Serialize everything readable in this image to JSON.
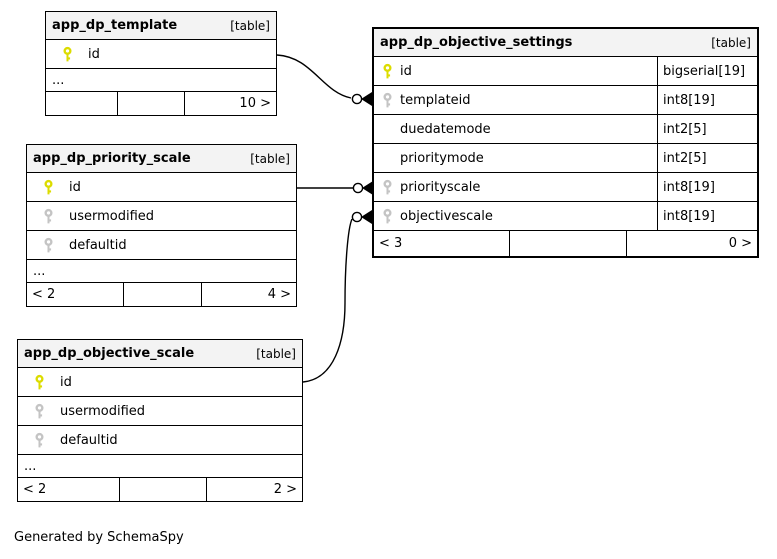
{
  "credit": "Generated by SchemaSpy",
  "colors": {
    "primary_key": "#dcdc00",
    "indexed_key": "#c4c4c4",
    "header_bg": "#f3f3f3",
    "border": "#000000",
    "background": "#ffffff"
  },
  "tables": [
    {
      "name": "app_dp_template",
      "badge": "[table]",
      "columns": [
        {
          "name": "id",
          "key": "primary"
        }
      ],
      "ellipsis": "...",
      "footer": {
        "left": "",
        "mid": "",
        "right": "10 >"
      }
    },
    {
      "name": "app_dp_objective_settings",
      "badge": "[table]",
      "columns": [
        {
          "name": "id",
          "type": "bigserial[19]",
          "key": "primary"
        },
        {
          "name": "templateid",
          "type": "int8[19]",
          "key": "indexed"
        },
        {
          "name": "duedatemode",
          "type": "int2[5]",
          "key": "none"
        },
        {
          "name": "prioritymode",
          "type": "int2[5]",
          "key": "none"
        },
        {
          "name": "priorityscale",
          "type": "int8[19]",
          "key": "indexed"
        },
        {
          "name": "objectivescale",
          "type": "int8[19]",
          "key": "indexed"
        }
      ],
      "footer": {
        "left": "< 3",
        "mid": "",
        "right": "0 >"
      }
    },
    {
      "name": "app_dp_priority_scale",
      "badge": "[table]",
      "columns": [
        {
          "name": "id",
          "key": "primary"
        },
        {
          "name": "usermodified",
          "key": "indexed"
        },
        {
          "name": "defaultid",
          "key": "indexed"
        }
      ],
      "ellipsis": "...",
      "footer": {
        "left": "< 2",
        "mid": "",
        "right": "4 >"
      }
    },
    {
      "name": "app_dp_objective_scale",
      "badge": "[table]",
      "columns": [
        {
          "name": "id",
          "key": "primary"
        },
        {
          "name": "usermodified",
          "key": "indexed"
        },
        {
          "name": "defaultid",
          "key": "indexed"
        }
      ],
      "ellipsis": "...",
      "footer": {
        "left": "< 2",
        "mid": "",
        "right": "2 >"
      }
    }
  ],
  "relationships": [
    {
      "from": "app_dp_template.id",
      "to": "app_dp_objective_settings.templateid"
    },
    {
      "from": "app_dp_priority_scale.id",
      "to": "app_dp_objective_settings.priorityscale"
    },
    {
      "from": "app_dp_objective_scale.id",
      "to": "app_dp_objective_settings.objectivescale"
    }
  ]
}
